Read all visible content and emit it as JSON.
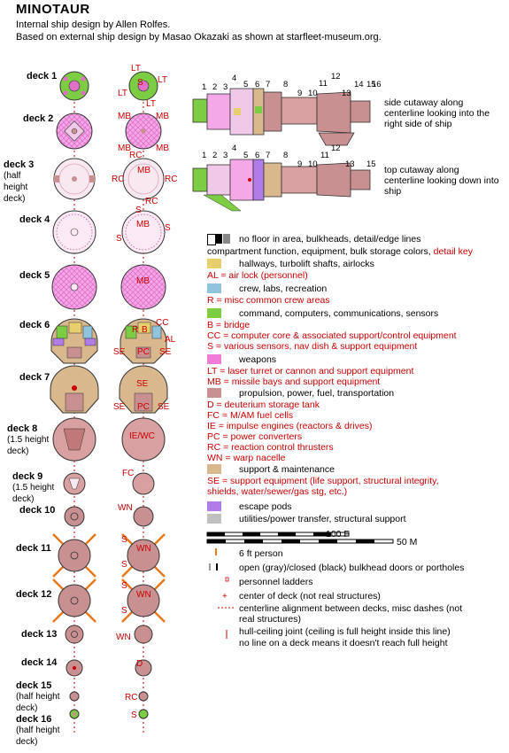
{
  "title": "MINOTAUR",
  "credit_line1": "Internal ship design by Allen Rolfes.",
  "credit_line2": "Based on external ship design by Masao Okazaki as shown  at starfleet-museum.org.",
  "decks": [
    {
      "label": "deck 1",
      "note": ""
    },
    {
      "label": "deck 2",
      "note": ""
    },
    {
      "label": "deck 3",
      "note": "(half height deck)"
    },
    {
      "label": "deck 4",
      "note": ""
    },
    {
      "label": "deck 5",
      "note": ""
    },
    {
      "label": "deck 6",
      "note": ""
    },
    {
      "label": "deck 7",
      "note": ""
    },
    {
      "label": "deck 8",
      "note": "(1.5 height deck)"
    },
    {
      "label": "deck 9",
      "note": "(1.5 height deck)"
    },
    {
      "label": "deck 10",
      "note": ""
    },
    {
      "label": "deck 11",
      "note": ""
    },
    {
      "label": "deck 12",
      "note": ""
    },
    {
      "label": "deck 13",
      "note": ""
    },
    {
      "label": "deck 14",
      "note": ""
    },
    {
      "label": "deck 15",
      "note": "(half height deck)"
    },
    {
      "label": "deck 16",
      "note": "(half height deck)"
    }
  ],
  "deck_tags": [
    "LT",
    "LT",
    "S",
    "LT",
    "MB",
    "MB",
    "MB",
    "MB",
    "RC",
    "RC",
    "MB",
    "RC",
    "RC",
    "S",
    "MB",
    "S",
    "S",
    "MB",
    "R",
    "B",
    "CC",
    "AL",
    "SE",
    "PC",
    "SE",
    "SE",
    "SE",
    "PC",
    "SE",
    "IE/WC",
    "FC",
    "WN",
    "S",
    "WN",
    "S",
    "S",
    "WN",
    "S",
    "WN",
    "D",
    "RC",
    "S"
  ],
  "cutaway": {
    "section_numbers": [
      "1",
      "2",
      "3",
      "4",
      "5",
      "6",
      "7",
      "8",
      "9",
      "10",
      "11",
      "12",
      "13",
      "14",
      "15",
      "16"
    ],
    "side_caption": "side cutaway along centerline looking into the right side of ship",
    "top_caption": "top cutaway along centerline looking down into ship"
  },
  "legend": {
    "nofloor": "no floor in area, bulkheads, detail/edge lines",
    "compartment_line": "compartment function, equipment, bulk storage colors,",
    "detail_key": "detail key",
    "hallways": "hallways, turbolift shafts, airlocks",
    "al": "AL = air lock (personnel)",
    "crew": "crew, labs, recreation",
    "r": "R = misc common crew areas",
    "command": "command, computers, communications, sensors",
    "b": "B = bridge",
    "cc": "CC = computer core & associated support/control equipment",
    "s": "S = various sensors, nav dish & support equipment",
    "weapons": "weapons",
    "lt": "LT = laser turret or cannon and support equipment",
    "mb": "MB = missile bays and support equipment",
    "propulsion": "propulsion, power, fuel, transportation",
    "d": "D = deuterium storage tank",
    "fc": "FC = M/AM fuel cells",
    "ie": "IE = impulse engines (reactors & drives)",
    "pc": "PC = power converters",
    "rc": "RC = reaction control thrusters",
    "wn": "WN = warp nacelle",
    "support": "support & maintenance",
    "se": "SE = support equipment (life support, structural integrity, shields, water/sewer/gas stg, etc.)",
    "escape": "escape pods",
    "utilities": "utilities/power transfer, structural support",
    "scale_100f": "100 F",
    "scale_50m": "50 M",
    "person": "6 ft person",
    "bulkhead": "open (gray)/closed (black) bulkhead doors or portholes",
    "ladders": "personnel ladders",
    "center": "center of deck (not real structures)",
    "centerline": "centerline alignment between decks, misc dashes (not real structures)",
    "hull": "hull-ceiling joint (ceiling is full height inside this line)",
    "noline": "no line on a deck means it doesn't reach full height"
  },
  "colors": {
    "hallway": "#e8cf6e",
    "crew": "#8fc4dc",
    "command": "#7ccc44",
    "weapons": "#f07cd8",
    "propulsion": "#c89090",
    "support": "#d8b88c",
    "escape": "#b07ce8",
    "utilities": "#c0c0c0",
    "red_text": "#cc0000",
    "weapon_pink": "#f4a8e8"
  }
}
